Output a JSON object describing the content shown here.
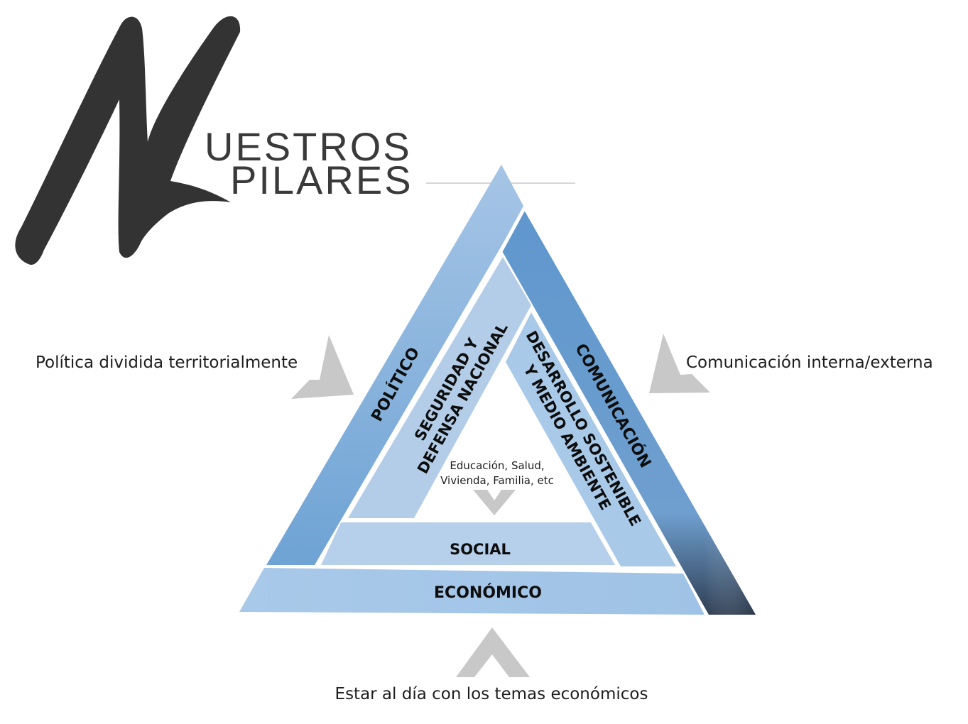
{
  "title": {
    "logo_letter": "N",
    "line1": "UESTROS",
    "line2": "PILARES"
  },
  "side_labels": {
    "left": "Política dividida territorialmente",
    "right": "Comunicación interna/externa",
    "bottom": "Estar al día con los temas económicos"
  },
  "pillars": {
    "politico": "POLÍTICO",
    "comunicacion": "COMUNICACIÓN",
    "economico": "ECONÓMICO",
    "seguridad_line1": "SEGURIDAD Y",
    "seguridad_line2": "DEFENSA NACIONAL",
    "desarrollo_line1": "DESARROLLO SOSTENIBLE",
    "desarrollo_line2": "Y MEDIO AMBIENTE",
    "social": "SOCIAL"
  },
  "social_note": {
    "line1": "Educación,  Salud,",
    "line2": "Vivienda, Familia, etc"
  },
  "colors": {
    "band_dark": "#6a9fd1",
    "band_light": "#a9c9e8",
    "band_pale": "#b8d0ea",
    "arrow_gray": "#c8c8c8",
    "logo_dark": "#333333"
  }
}
